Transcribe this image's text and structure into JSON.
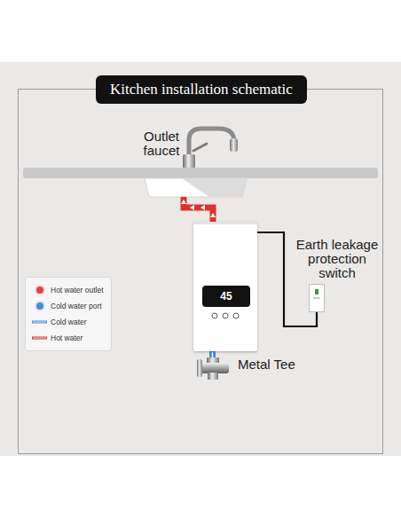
{
  "diagram": {
    "title": "Kitchen installation schematic",
    "nodes": [
      {
        "text": [
          "45"
        ]
      },
      {
        "text": [
          "Earth leakage protection switch"
        ]
      }
    ],
    "edges": [
      {
        "from": 0,
        "to": 1,
        "arrow": "none"
      }
    ],
    "labels": [
      "Outlet faucet",
      "Metal Tee"
    ],
    "legend": [
      {
        "text": "Hot water outlet",
        "color": "#e8403a"
      },
      {
        "text": "Cold water port",
        "color": "#3d8fd9"
      },
      {
        "text": "Cold water"
      },
      {
        "text": "Hot water"
      }
    ]
  }
}
